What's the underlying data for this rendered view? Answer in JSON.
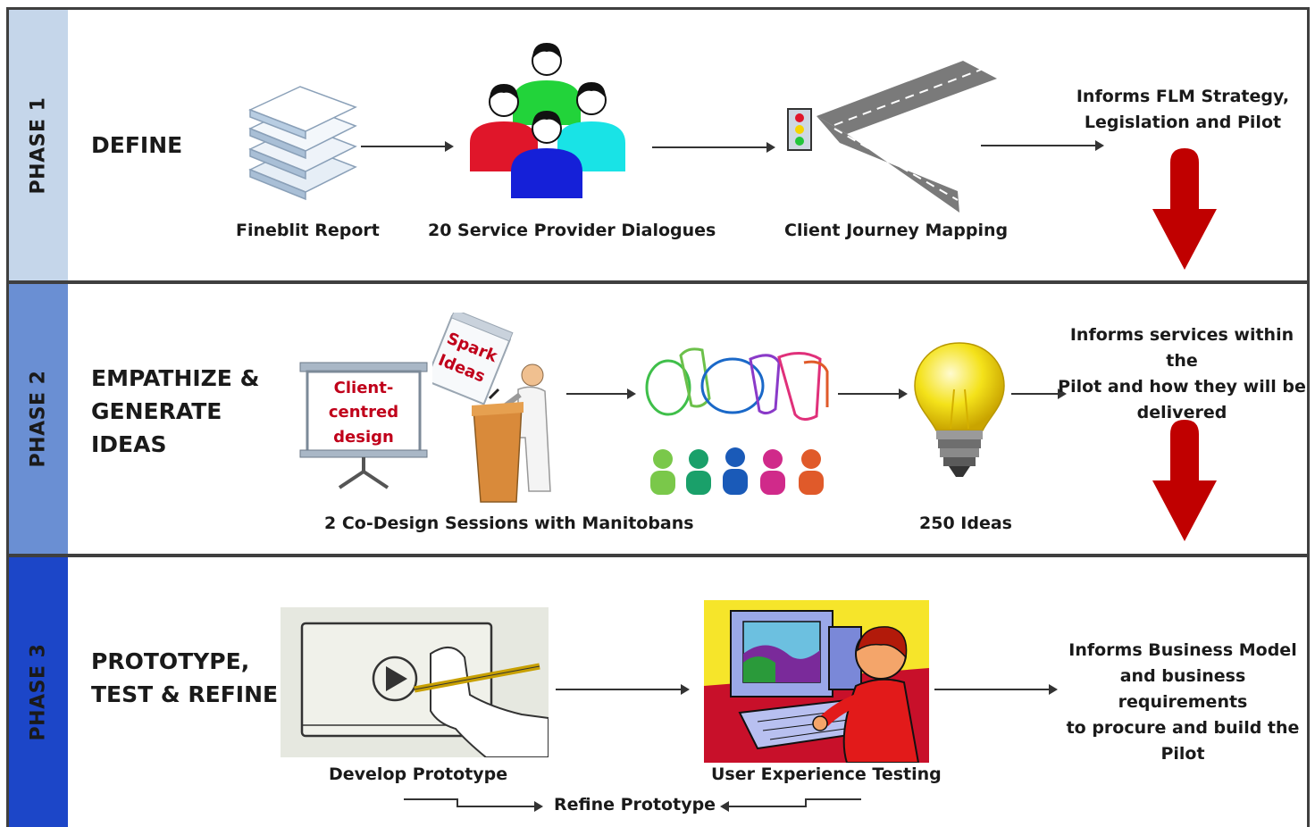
{
  "colors": {
    "phase1_band": "#c5d6ea",
    "phase2_band": "#6a8fd3",
    "phase3_band": "#1c46c8",
    "arrow_red": "#c00000",
    "frame": "#3f3f3f"
  },
  "phase1": {
    "label": "PHASE 1",
    "title": "DEFINE",
    "steps": [
      {
        "label": "Fineblit Report",
        "icon": "stacked-papers-icon"
      },
      {
        "label": "20 Service Provider Dialogues",
        "icon": "people-group-icon"
      },
      {
        "label": "Client Journey Mapping",
        "icon": "traffic-light-road-icon"
      }
    ],
    "informs": "Informs FLM Strategy,\nLegislation and Pilot"
  },
  "phase2": {
    "label": "PHASE 2",
    "title": "EMPATHIZE &\nGENERATE\nIDEAS",
    "easel_text": [
      "Client-",
      "centred",
      "design"
    ],
    "sign_text": [
      "Spark",
      "Ideas"
    ],
    "sessions_label": "2 Co-Design Sessions with Manitobans",
    "ideas_label": "250 Ideas",
    "informs": "Informs services within the\nPilot and how they will be\ndelivered"
  },
  "phase3": {
    "label": "PHASE 3",
    "title": "PROTOTYPE,\nTEST & REFINE",
    "develop_label": "Develop Prototype",
    "testing_label": "User Experience Testing",
    "refine_label": "Refine Prototype",
    "informs": "Informs Business Model\nand business requirements\nto procure and build the\nPilot"
  }
}
